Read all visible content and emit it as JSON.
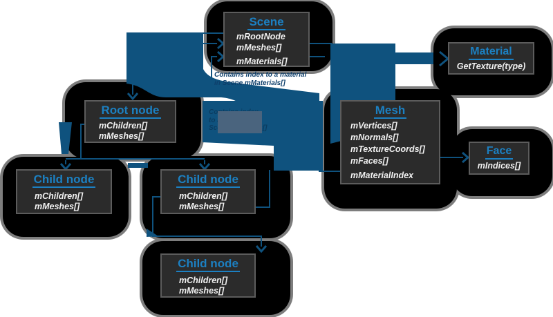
{
  "diagram": {
    "nodes": {
      "scene": {
        "title": "Scene",
        "members": [
          "mRootNode",
          "mMeshes[]",
          "mMaterials[]"
        ]
      },
      "material": {
        "title": "Material",
        "members": [
          "GetTexture(type)"
        ]
      },
      "mesh": {
        "title": "Mesh",
        "members": [
          "mVertices[]",
          "mNormals[]",
          "mTextureCoords[]",
          "mFaces[]",
          "mMaterialIndex"
        ]
      },
      "face": {
        "title": "Face",
        "members": [
          "mIndices[]"
        ]
      },
      "root": {
        "title": "Root node",
        "members": [
          "mChildren[]",
          "mMeshes[]"
        ]
      },
      "child1": {
        "title": "Child node",
        "members": [
          "mChildren[]",
          "mMeshes[]"
        ]
      },
      "child2": {
        "title": "Child node",
        "members": [
          "mChildren[]",
          "mMeshes[]"
        ]
      },
      "child3": {
        "title": "Child node",
        "members": [
          "mChildren[]",
          "mMeshes[]"
        ]
      }
    },
    "annotations": {
      "material_note": "Contains index to a material\nin Scene.mMaterials[]",
      "mesh_note": "Contains index\nto a mesh in\nScene.mMeshes[]"
    },
    "colors": {
      "connector_blue": "#0f527e",
      "title_blue": "#1c80c2",
      "box_fill": "#2b2b2b",
      "box_border": "#5c5c5c",
      "blob_black": "#000000",
      "blob_halo_gray": "#7d7d7d",
      "annotation_text": "#0d3f6b",
      "note_overlay_gray": "#4a647e"
    }
  }
}
